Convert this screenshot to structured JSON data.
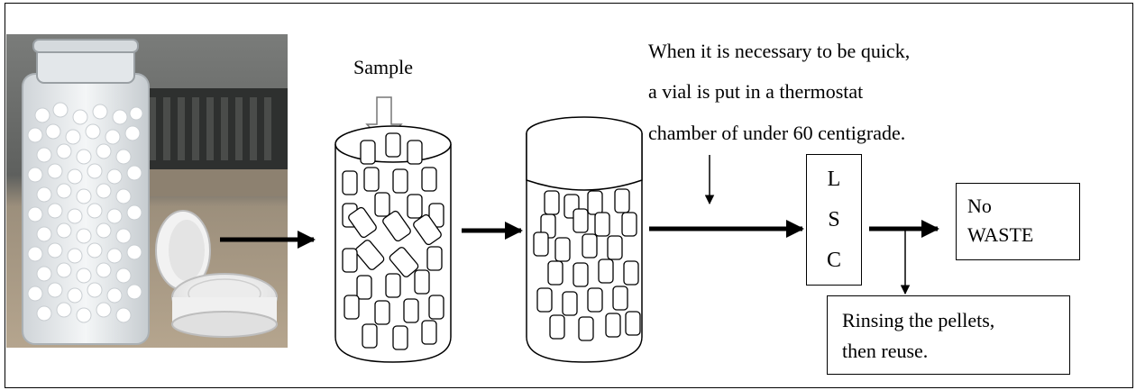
{
  "labels": {
    "sample": "Sample",
    "note_line1": "When it is necessary to be quick,",
    "note_line2": "a vial is put in a thermostat",
    "note_line3": "chamber of under 60 centigrade.",
    "lsc_l": "L",
    "lsc_s": "S",
    "lsc_c": "C",
    "no_waste_line1": "No",
    "no_waste_line2": "WASTE",
    "rinse_line1": "Rinsing the pellets,",
    "rinse_line2": "then reuse."
  },
  "photo": {
    "description_icon": "glass-vial-with-pellets-photo"
  }
}
